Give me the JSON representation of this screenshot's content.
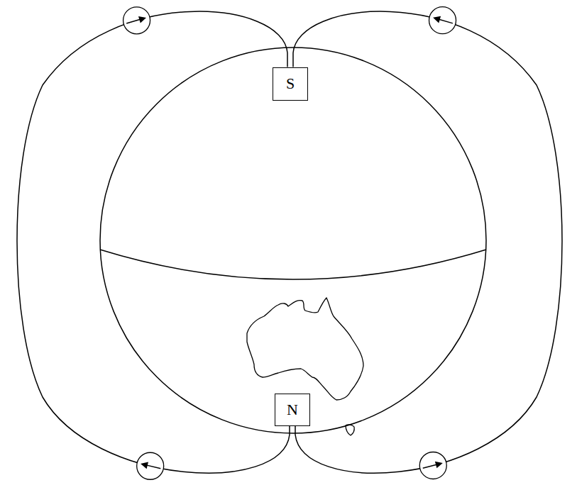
{
  "diagram": {
    "nodes": [
      {
        "text": [
          "S"
        ]
      },
      {
        "text": [
          "N"
        ]
      }
    ],
    "edges": [
      {
        "from": 0,
        "to": 1,
        "arrow": "none"
      },
      {
        "from": 0,
        "to": 1,
        "arrow": "none"
      }
    ]
  }
}
